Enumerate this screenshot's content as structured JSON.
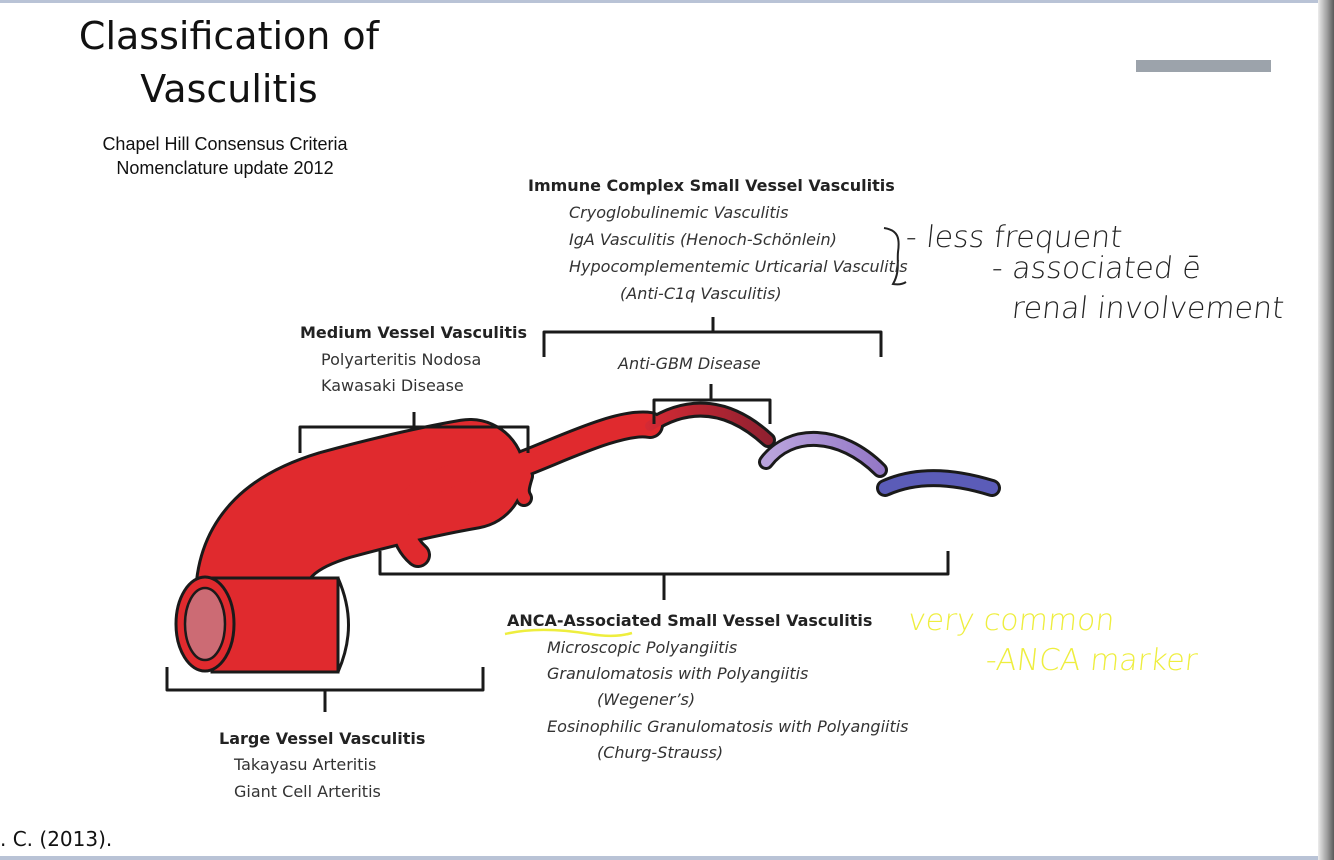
{
  "slide": {
    "title_line1": "Classification of",
    "title_line2": "Vasculitis",
    "subtitle_line1": "Chapel Hill Consensus Criteria",
    "subtitle_line2": "Nomenclature update 2012",
    "citation": ". C. (2013)."
  },
  "diagram": {
    "immune_complex": {
      "heading": "Immune Complex  Small Vessel Vasculitis",
      "items": [
        "Cryoglobulinemic Vasculitis",
        "IgA Vasculitis (Henoch-Schönlein)",
        "Hypocomplementemic Urticarial Vasculitis",
        "(Anti-C1q Vasculitis)"
      ]
    },
    "medium_vessel": {
      "heading": "Medium Vessel Vasculitis",
      "items": [
        "Polyarteritis Nodosa",
        "Kawasaki Disease"
      ]
    },
    "anti_gbm": "Anti-GBM Disease",
    "anca": {
      "heading": "ANCA-Associated Small Vessel Vasculitis",
      "items": [
        "Microscopic Polyangiitis",
        "Granulomatosis with Polyangiitis",
        "(Wegener’s)",
        "Eosinophilic Granulomatosis with Polyangiitis",
        "(Churg-Strauss)"
      ]
    },
    "large_vessel": {
      "heading": "Large Vessel Vasculitis",
      "items": [
        "Takayasu Arteritis",
        "Giant Cell Arteritis"
      ]
    }
  },
  "annotations": {
    "black": [
      "- less frequent",
      "- associated ē",
      "renal involvement"
    ],
    "yellow": [
      "very common",
      "-ANCA marker"
    ]
  },
  "colors": {
    "artery_red": "#e02a2e",
    "arteriole_purple": "#a58ad0",
    "venule_blue": "#5b5cb8",
    "lumen_pink": "#cc6b74",
    "ink_black": "#222222",
    "highlighter_yellow": "#eeee3e",
    "accent_gray": "#9ca3ab"
  }
}
